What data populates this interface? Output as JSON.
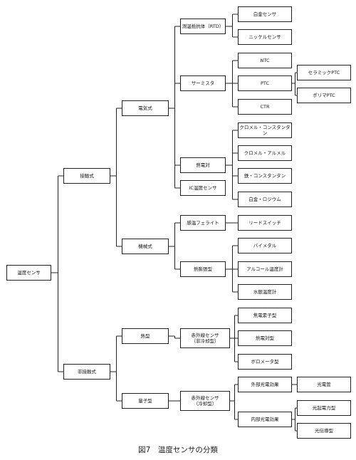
{
  "nodes": [
    {
      "id": "root",
      "label": "温度センサ"
    },
    {
      "id": "contact",
      "label": "接触式"
    },
    {
      "id": "noncontact",
      "label": "非接触式"
    },
    {
      "id": "electric",
      "label": "電気式"
    },
    {
      "id": "mechanical",
      "label": "機械式"
    },
    {
      "id": "thermal",
      "label": "熱型"
    },
    {
      "id": "quantum",
      "label": "量子型"
    },
    {
      "id": "rtd",
      "label": "測温抵抗体（RTD）"
    },
    {
      "id": "thermistor",
      "label": "サーミスタ"
    },
    {
      "id": "thermocouple",
      "label": "熱電対"
    },
    {
      "id": "ic",
      "label": "IC温度センサ"
    },
    {
      "id": "ferrite",
      "label": "感温フェライト"
    },
    {
      "id": "expansion",
      "label": "熱膨張型"
    },
    {
      "id": "ir_uncooled",
      "label": "赤外線センサ\n（非冷却型）"
    },
    {
      "id": "ir_cooled",
      "label": "赤外線センサ\n（冷却型）"
    },
    {
      "id": "pt",
      "label": "白金センサ"
    },
    {
      "id": "ni",
      "label": "ニッケルセンサ"
    },
    {
      "id": "ntc",
      "label": "NTC"
    },
    {
      "id": "ptc",
      "label": "PTC"
    },
    {
      "id": "ctr",
      "label": "CTR"
    },
    {
      "id": "cr_con",
      "label": "クロメル・コンスタンタン"
    },
    {
      "id": "cr_al",
      "label": "クロメル・アルメル"
    },
    {
      "id": "fe_con",
      "label": "鉄・コンスタンタン"
    },
    {
      "id": "pt_rh",
      "label": "白金・ロジウム"
    },
    {
      "id": "reed",
      "label": "リードスイッチ"
    },
    {
      "id": "bimetal",
      "label": "バイメタル"
    },
    {
      "id": "alcohol",
      "label": "アルコール温度計"
    },
    {
      "id": "mercury",
      "label": "水銀温度計"
    },
    {
      "id": "pyro",
      "label": "焦電素子型"
    },
    {
      "id": "thermopile",
      "label": "熱電対型"
    },
    {
      "id": "bolometer",
      "label": "ボロメータ型"
    },
    {
      "id": "ext_pe",
      "label": "外部光電効果"
    },
    {
      "id": "int_pe",
      "label": "内部光電効果"
    },
    {
      "id": "ceramic_ptc",
      "label": "セラミックPTC"
    },
    {
      "id": "polymer_ptc",
      "label": "ポリマPTC"
    },
    {
      "id": "phototube",
      "label": "光電管"
    },
    {
      "id": "photovoltaic",
      "label": "光起電力型"
    },
    {
      "id": "photoconductive",
      "label": "光伝導型"
    }
  ],
  "edges": [
    [
      "root",
      "contact"
    ],
    [
      "root",
      "noncontact"
    ],
    [
      "contact",
      "electric"
    ],
    [
      "contact",
      "mechanical"
    ],
    [
      "noncontact",
      "thermal"
    ],
    [
      "noncontact",
      "quantum"
    ],
    [
      "electric",
      "rtd"
    ],
    [
      "electric",
      "thermistor"
    ],
    [
      "electric",
      "thermocouple"
    ],
    [
      "electric",
      "ic"
    ],
    [
      "mechanical",
      "ferrite"
    ],
    [
      "mechanical",
      "expansion"
    ],
    [
      "thermal",
      "ir_uncooled"
    ],
    [
      "quantum",
      "ir_cooled"
    ],
    [
      "rtd",
      "pt"
    ],
    [
      "rtd",
      "ni"
    ],
    [
      "thermistor",
      "ntc"
    ],
    [
      "thermistor",
      "ptc"
    ],
    [
      "thermistor",
      "ctr"
    ],
    [
      "thermocouple",
      "cr_con"
    ],
    [
      "thermocouple",
      "cr_al"
    ],
    [
      "thermocouple",
      "fe_con"
    ],
    [
      "thermocouple",
      "pt_rh"
    ],
    [
      "ferrite",
      "reed"
    ],
    [
      "expansion",
      "bimetal"
    ],
    [
      "expansion",
      "alcohol"
    ],
    [
      "expansion",
      "mercury"
    ],
    [
      "ir_uncooled",
      "pyro"
    ],
    [
      "ir_uncooled",
      "thermopile"
    ],
    [
      "ir_uncooled",
      "bolometer"
    ],
    [
      "ir_cooled",
      "ext_pe"
    ],
    [
      "ir_cooled",
      "int_pe"
    ],
    [
      "ptc",
      "ceramic_ptc"
    ],
    [
      "ptc",
      "polymer_ptc"
    ],
    [
      "ext_pe",
      "phototube"
    ],
    [
      "int_pe",
      "photovoltaic"
    ],
    [
      "int_pe",
      "photoconductive"
    ]
  ],
  "caption": "図7　温度センサの分類"
}
